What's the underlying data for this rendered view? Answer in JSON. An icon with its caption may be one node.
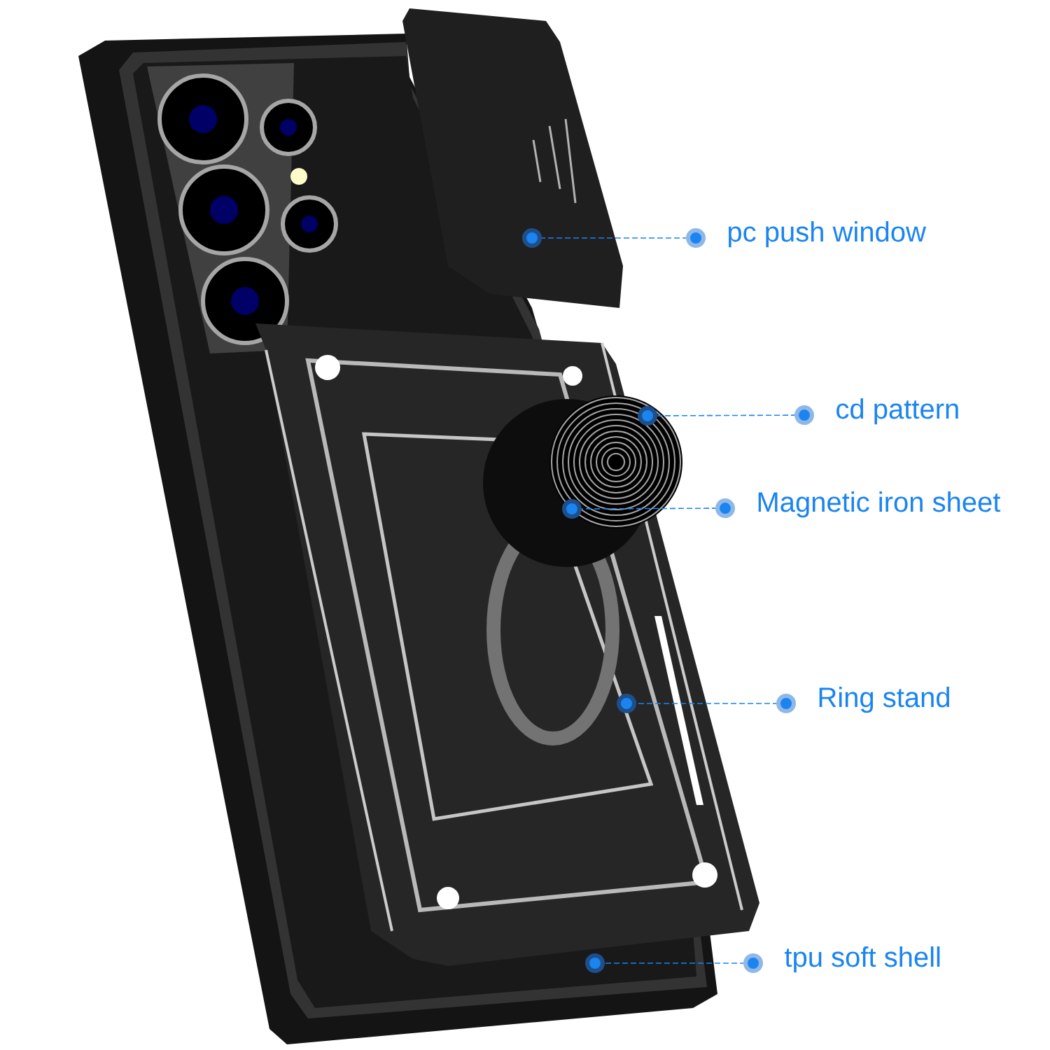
{
  "diagram": {
    "nodes": [
      {
        "text": [
          "pc push window"
        ]
      },
      {
        "text": [
          "cd pattern"
        ]
      },
      {
        "text": [
          "Magnetic iron sheet"
        ]
      },
      {
        "text": [
          "Ring stand"
        ]
      },
      {
        "text": [
          "tpu soft shell"
        ]
      },
      {
        "text": [],
        "shape": "circle"
      },
      {
        "text": [],
        "shape": "circle"
      },
      {
        "text": [],
        "shape": "circle"
      },
      {
        "text": [],
        "shape": "circle"
      },
      {
        "text": [],
        "shape": "circle"
      }
    ],
    "edges": [
      {
        "from": 0,
        "to": 5,
        "arrow": "other"
      },
      {
        "from": 1,
        "to": 6,
        "arrow": "other"
      },
      {
        "from": 2,
        "to": 7,
        "arrow": "other"
      },
      {
        "from": 3,
        "to": 8,
        "arrow": "other"
      },
      {
        "from": 4,
        "to": 9,
        "arrow": "other"
      }
    ]
  }
}
